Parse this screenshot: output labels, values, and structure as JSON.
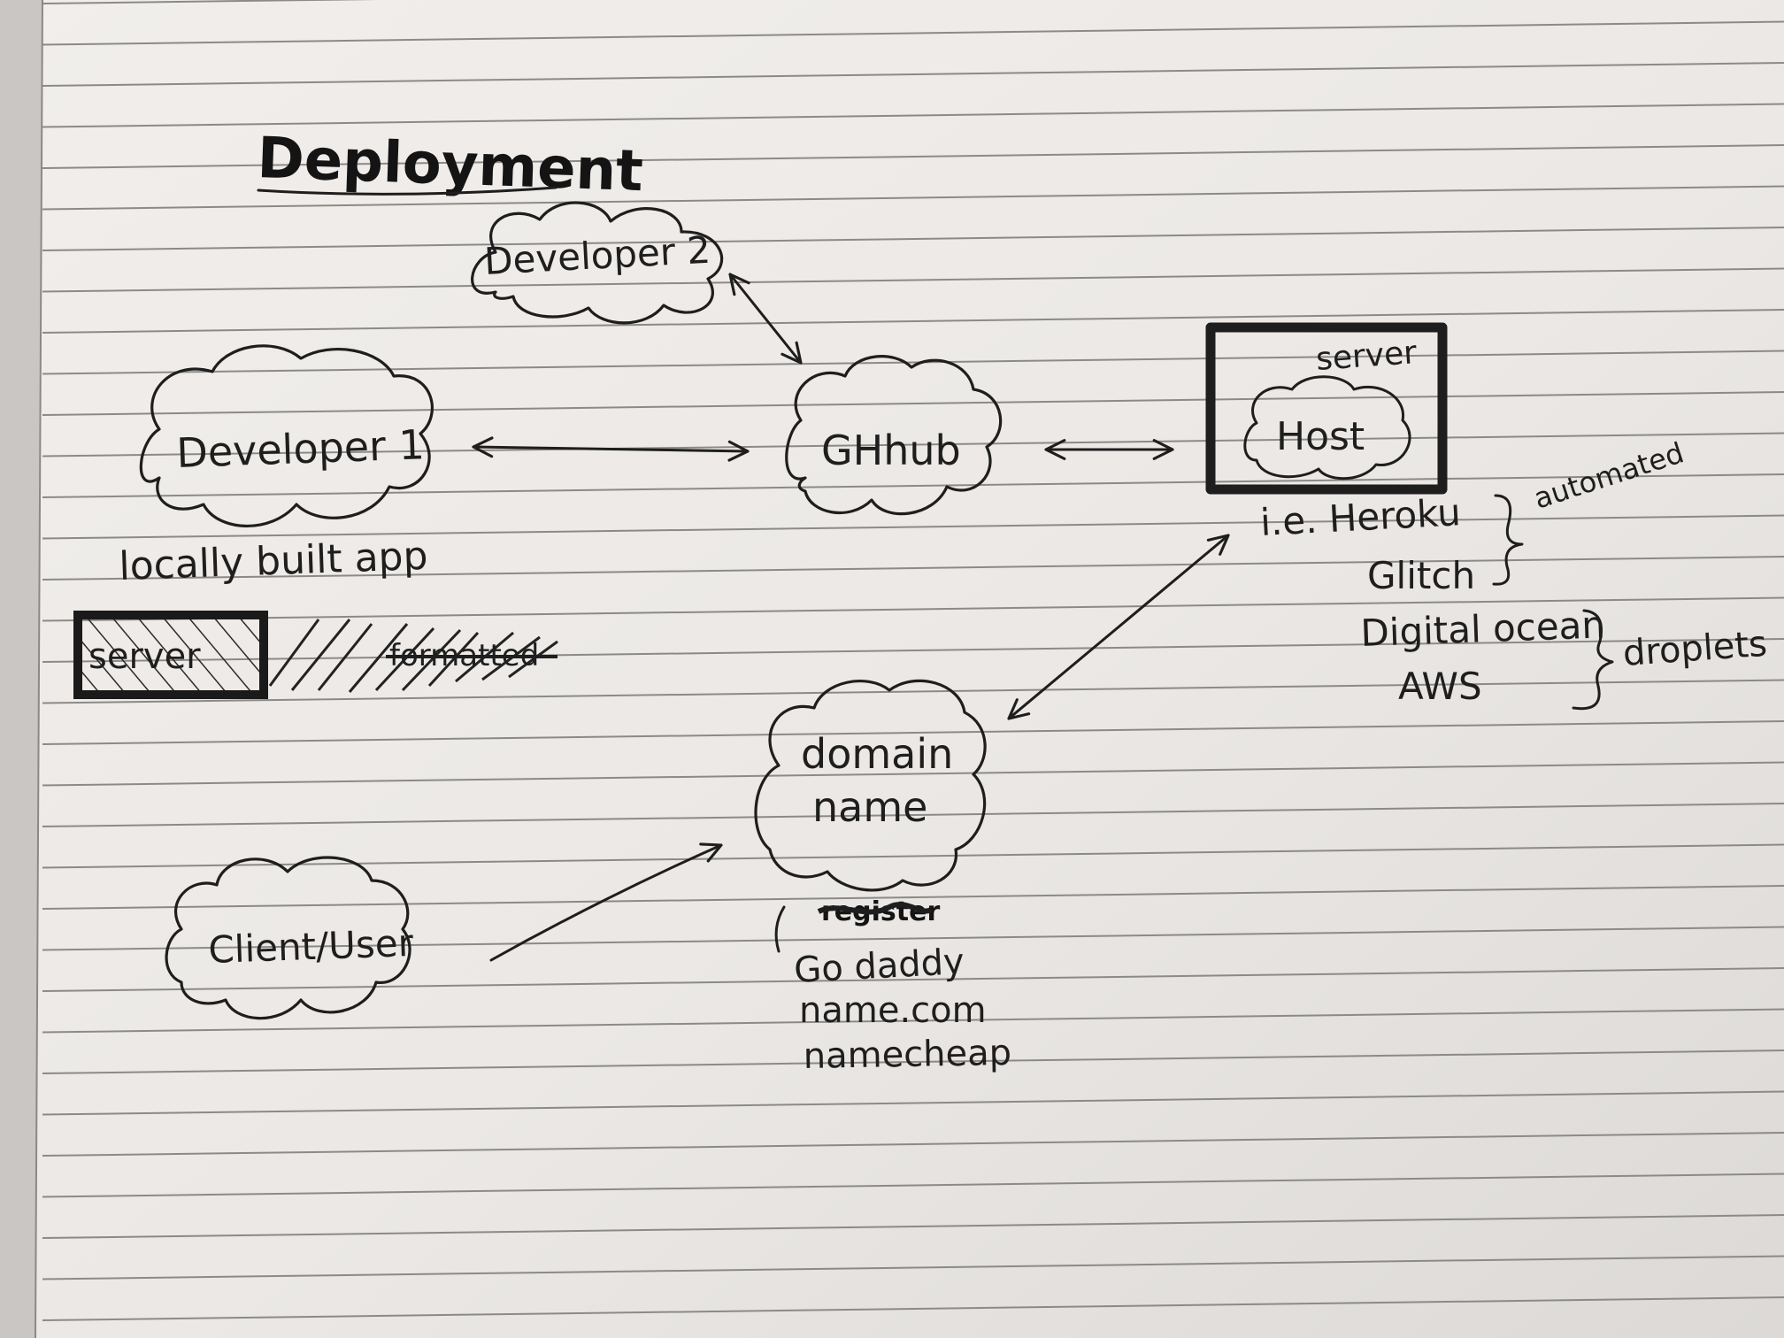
{
  "title": "Deployment",
  "nodes": {
    "developer2": "Developer 2",
    "developer1": "Developer 1",
    "github": "GHhub",
    "host": "Host",
    "server_label": "server",
    "domain_line1": "domain",
    "domain_line2": "name",
    "client": "Client/User"
  },
  "developer1_note": {
    "caption": "locally built app",
    "crossed_box": "server",
    "crossed_word": "formatted"
  },
  "hosts": {
    "automated": [
      "i.e. Heroku",
      "Glitch"
    ],
    "automated_label": "automated",
    "droplets": [
      "Digital ocean",
      "AWS"
    ],
    "droplets_label": "droplets"
  },
  "registrars": {
    "scribbled_heading": "register",
    "items": [
      "Go daddy",
      "name.com",
      "namecheap"
    ]
  }
}
